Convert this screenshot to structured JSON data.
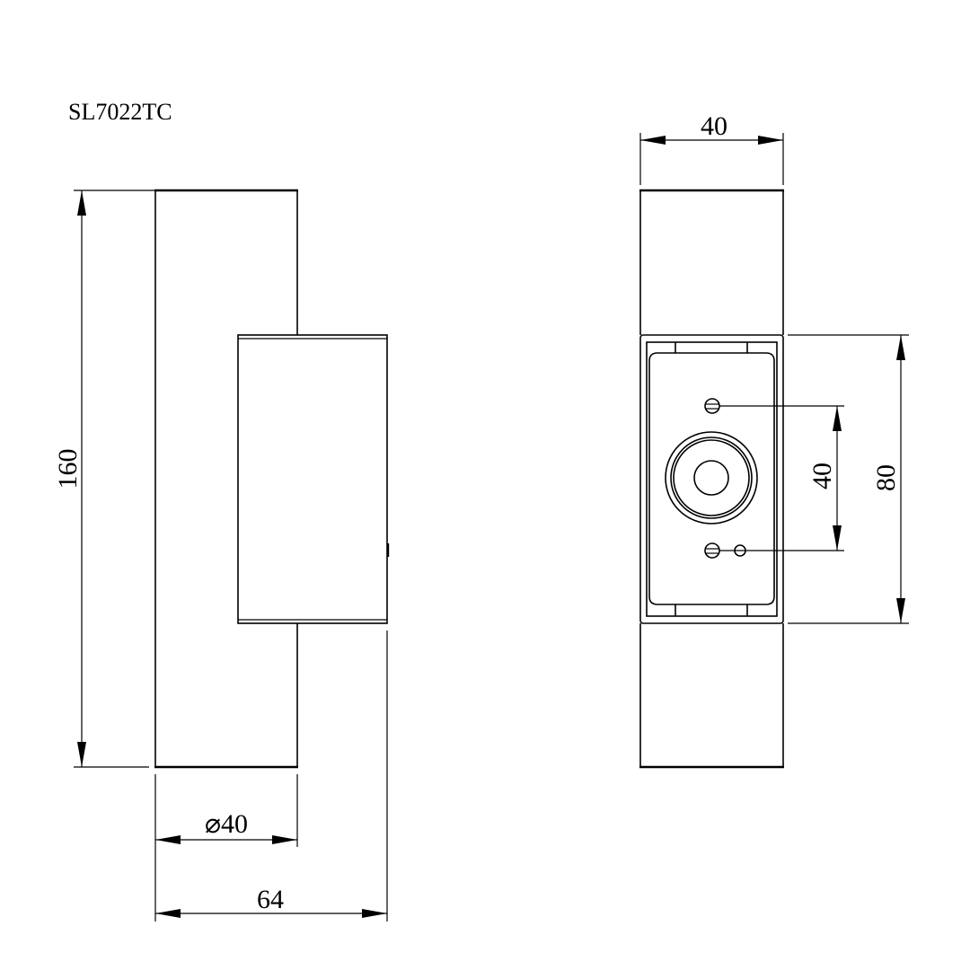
{
  "drawing": {
    "model_label": "SL7022TC",
    "side_view": {
      "height_dim": "160",
      "diameter_dim": "⌀40",
      "depth_dim": "64"
    },
    "front_view": {
      "width_dim": "40",
      "mount_hole_spacing_dim": "40",
      "mount_plate_height_dim": "80"
    },
    "units": "mm",
    "line_color": "#000000",
    "background_color": "#ffffff"
  }
}
